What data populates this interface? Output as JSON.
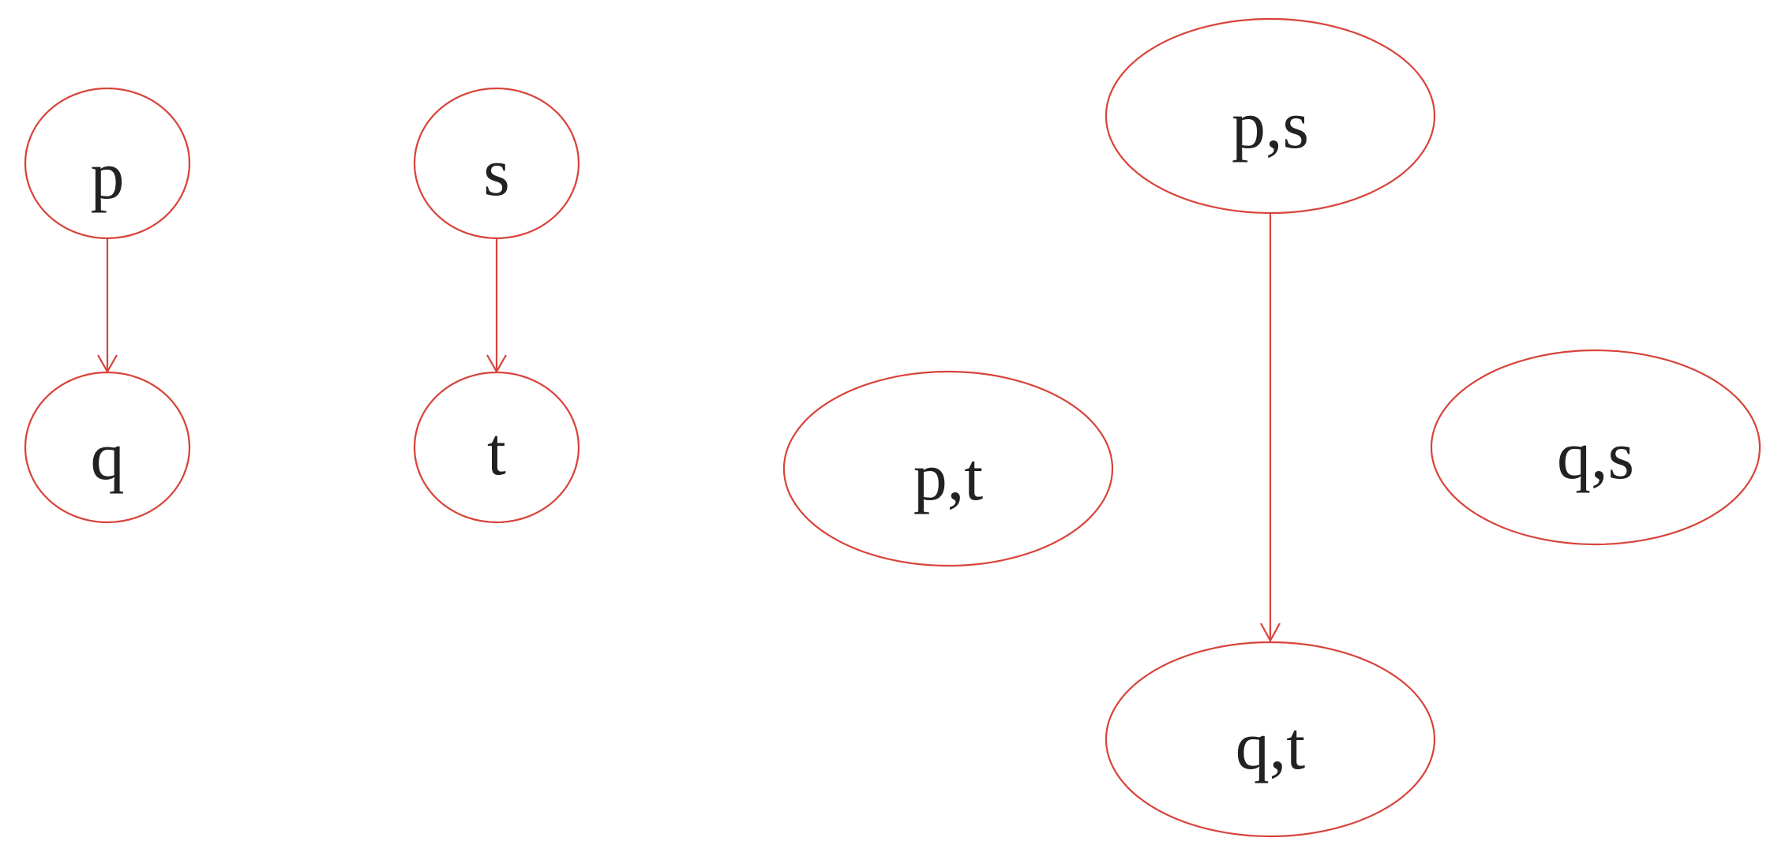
{
  "diagram": {
    "nodes": {
      "p": "p",
      "q": "q",
      "s": "s",
      "t": "t",
      "ps": "p,s",
      "pt": "p,t",
      "qs": "q,s",
      "qt": "q,t"
    },
    "edges": [
      {
        "from": "p",
        "to": "q"
      },
      {
        "from": "s",
        "to": "t"
      },
      {
        "from": "p,s",
        "to": "q,t"
      }
    ],
    "colors": {
      "stroke": "#d8433a",
      "text": "#222222",
      "background": "#ffffff"
    }
  }
}
